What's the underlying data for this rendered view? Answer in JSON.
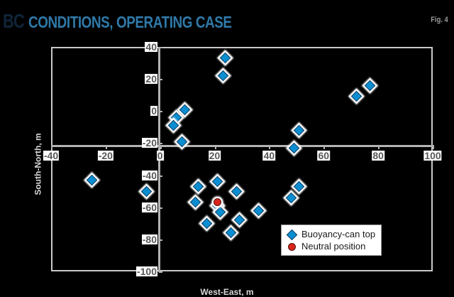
{
  "header": {
    "title_lead": "BC",
    "title_rest": "CONDITIONS, OPERATING CASE",
    "figure_label": "Fig. 4",
    "lead_color": "#10243a",
    "rest_color": "#2f79a8",
    "figure_color": "#9a9a9a"
  },
  "legend": {
    "position": "inside-bottom-right",
    "items": [
      {
        "label": "Buoyancy-can top",
        "marker": "diamond",
        "color": "#0b8ed1"
      },
      {
        "label": "Neutral position",
        "marker": "circle",
        "color": "#d9261c"
      }
    ]
  },
  "chart_data": {
    "type": "scatter",
    "title": "BC CONDITIONS, OPERATING CASE",
    "xlabel": "West-East, m",
    "ylabel": "South-North, m",
    "xlim": [
      -40,
      100
    ],
    "ylim": [
      -100,
      40
    ],
    "xticks": [
      -40,
      -20,
      0,
      20,
      40,
      60,
      80,
      100
    ],
    "yticks": [
      40,
      20,
      0,
      -20,
      -40,
      -60,
      -80,
      -100
    ],
    "xtick_labels": [
      "-40",
      "-20",
      "0",
      "20",
      "40",
      "60",
      "80",
      "100"
    ],
    "ytick_labels": [
      "40",
      "20",
      "0",
      "-20",
      "-40",
      "-60",
      "-80",
      "-100"
    ],
    "grid": false,
    "legend_position": "lower right",
    "series": [
      {
        "name": "Buoyancy-can top",
        "marker": "diamond",
        "color": "#0b8ed1",
        "points": [
          {
            "x": 24,
            "y": 33
          },
          {
            "x": 23,
            "y": 22
          },
          {
            "x": 72,
            "y": 9
          },
          {
            "x": 77,
            "y": 16
          },
          {
            "x": 9,
            "y": 1
          },
          {
            "x": 6,
            "y": -4
          },
          {
            "x": 5,
            "y": -9
          },
          {
            "x": 8,
            "y": -19
          },
          {
            "x": 51,
            "y": -12
          },
          {
            "x": 49,
            "y": -23
          },
          {
            "x": -25,
            "y": -43
          },
          {
            "x": -5,
            "y": -50
          },
          {
            "x": 14,
            "y": -47
          },
          {
            "x": 21,
            "y": -44
          },
          {
            "x": 28,
            "y": -50
          },
          {
            "x": 51,
            "y": -47
          },
          {
            "x": 48,
            "y": -54
          },
          {
            "x": 13,
            "y": -57
          },
          {
            "x": 21,
            "y": -59
          },
          {
            "x": 22,
            "y": -63
          },
          {
            "x": 36,
            "y": -62
          },
          {
            "x": 17,
            "y": -70
          },
          {
            "x": 29,
            "y": -68
          },
          {
            "x": 26,
            "y": -76
          }
        ]
      },
      {
        "name": "Neutral position",
        "marker": "circle",
        "color": "#d9261c",
        "points": [
          {
            "x": 21,
            "y": -57
          }
        ]
      }
    ]
  }
}
